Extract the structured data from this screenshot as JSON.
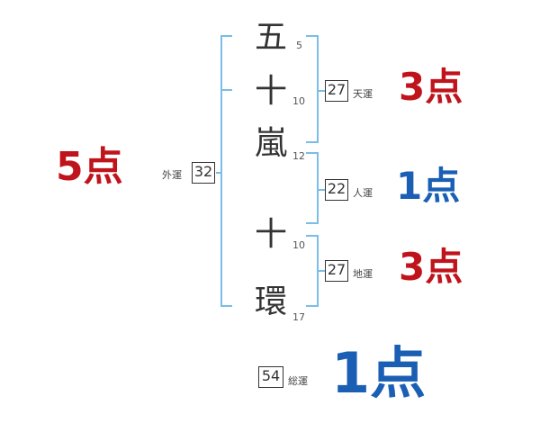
{
  "colors": {
    "bracket": "#7bbde6",
    "red": "#c0141c",
    "blue": "#1a5fb4"
  },
  "name": {
    "chars": [
      {
        "char": "五",
        "strokes": "5"
      },
      {
        "char": "十",
        "strokes": "10"
      },
      {
        "char": "嵐",
        "strokes": "12"
      },
      {
        "char": "十",
        "strokes": "10"
      },
      {
        "char": "環",
        "strokes": "17"
      }
    ]
  },
  "fortunes": {
    "gaiun": {
      "label": "外運",
      "value": "32",
      "score": "5点"
    },
    "tenun": {
      "label": "天運",
      "value": "27",
      "score": "3点"
    },
    "jinun": {
      "label": "人運",
      "value": "22",
      "score": "1点"
    },
    "chiun": {
      "label": "地運",
      "value": "27",
      "score": "3点"
    },
    "souun": {
      "label": "総運",
      "value": "54",
      "score": "1点"
    }
  }
}
